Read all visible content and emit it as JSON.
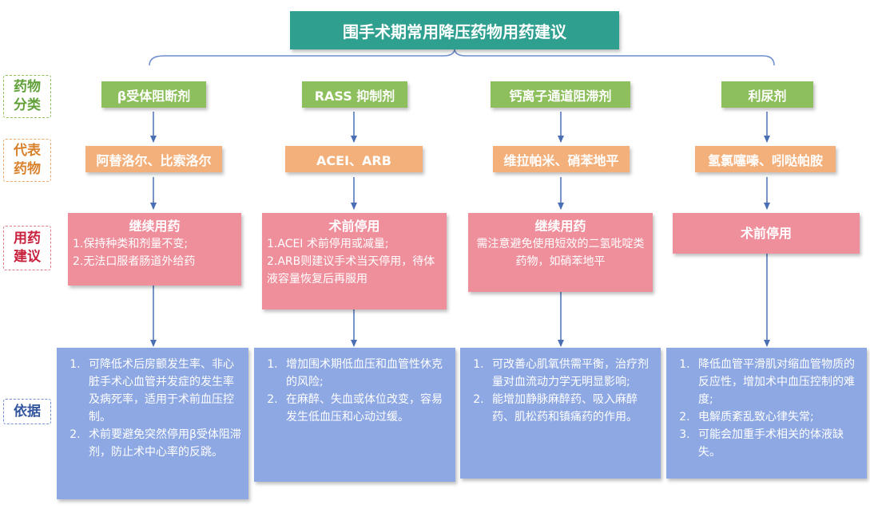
{
  "title": "围手术期常用降压药物用药建议",
  "row_labels": {
    "category": [
      "药物",
      "分类"
    ],
    "representative": [
      "代表",
      "药物"
    ],
    "advice": [
      "用药",
      "建议"
    ],
    "basis": [
      "依据"
    ]
  },
  "columns": [
    {
      "category": "β受体阻断剂",
      "representative": "阿替洛尔、比索洛尔",
      "advice_heading": "继续用药",
      "advice_lines": [
        "1.保持种类和剂量不变;",
        "2.无法口服者肠道外给药"
      ],
      "basis": [
        "可降低术后房颤发生率、非心脏手术心血管并发症的发生率及病死率，适用于术前血压控制。",
        "术前要避免突然停用β受体阻滞剂，防止术中心率的反跳。"
      ]
    },
    {
      "category": "RASS 抑制剂",
      "representative": "ACEI、ARB",
      "advice_heading": "术前停用",
      "advice_lines": [
        "1.ACEI 术前停用或减量;",
        "2.ARB则建议手术当天停用，待体液容量恢复后再服用"
      ],
      "basis": [
        "增加围术期低血压和血管性休克的风险;",
        "在麻醉、失血或体位改变，容易发生低血压和心动过缓。"
      ]
    },
    {
      "category": "钙离子通道阻滞剂",
      "representative": "维拉帕米、硝苯地平",
      "advice_heading": "继续用药",
      "advice_lines": [
        "需注意避免使用短效的二氢吡啶类药物，如硝苯地平"
      ],
      "basis": [
        "可改善心肌氧供需平衡，治疗剂量对血流动力学无明显影响;",
        "能增加静脉麻醉药、吸入麻醉药、肌松药和镇痛药的作用。"
      ]
    },
    {
      "category": "利尿剂",
      "representative": "氢氯噻嗪、吲哒帕胺",
      "advice_heading": "术前停用",
      "advice_lines": [],
      "basis": [
        "降低血管平滑肌对缩血管物质的反应性，增加术中血压控制的难度;",
        "电解质紊乱致心律失常;",
        "可能会加重手术相关的体液缺失。"
      ]
    }
  ]
}
